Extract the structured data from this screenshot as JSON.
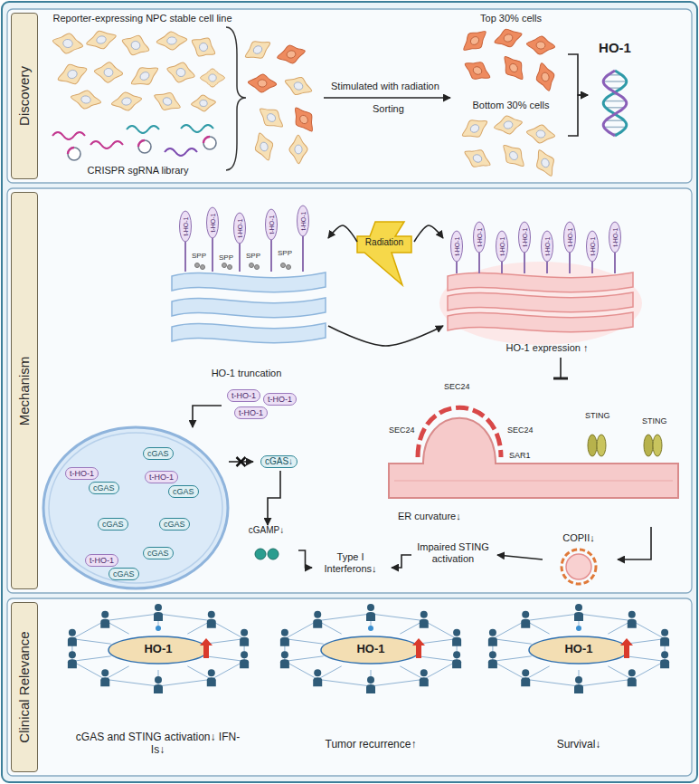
{
  "diagram": {
    "nodes": [
      {
        "text": [
          "Discovery"
        ]
      },
      {
        "text": [
          "Reporter-expressing NPC stable cell line"
        ],
        "in": 0
      },
      {
        "text": [
          "CRISPR sgRNA library"
        ],
        "in": 0
      },
      {
        "text": [
          "Top 30% cells"
        ],
        "in": 0
      },
      {
        "text": [
          "Bottom 30% cells"
        ],
        "in": 0
      },
      {
        "text": [
          "HO-1"
        ],
        "in": 0
      },
      {
        "text": [
          "Mechanism"
        ]
      },
      {
        "text": [
          "Radiation"
        ],
        "in": 6
      },
      {
        "text": [
          "HO-1 truncation"
        ],
        "in": 6
      },
      {
        "text": [
          "HO-1 expression ↑"
        ],
        "in": 6
      },
      {
        "text": [
          "t-HO-1",
          "t-HO-1",
          "t-HO-1"
        ],
        "in": 6
      },
      {
        "text": [
          "t-HO-1",
          "cGAS",
          "cGAS",
          "t-HO-1",
          "cGAS",
          "cGAS",
          "cGAS",
          "cGAS",
          "t-HO-1",
          "cGAS"
        ],
        "in": 6
      },
      {
        "text": [
          "cGAS↓"
        ],
        "in": 6
      },
      {
        "text": [
          "cGAMP↓"
        ],
        "in": 6
      },
      {
        "text": [
          "Type I Interferons↓"
        ],
        "in": 6
      },
      {
        "text": [
          "SEC24",
          "SEC24",
          "SEC24",
          "SAR1",
          "STING",
          "STING",
          "ER curvature↓"
        ],
        "in": 6
      },
      {
        "text": [
          "COPII↓"
        ],
        "in": 6
      },
      {
        "text": [
          "Impaired STING activation"
        ],
        "in": 6
      },
      {
        "text": [
          "Clinical Relevance"
        ]
      },
      {
        "text": [
          "HO-1",
          "cGAS and STING activation↓ IFN-Is↓"
        ],
        "in": 18
      },
      {
        "text": [
          "HO-1",
          "Tumor recurrence↑"
        ],
        "in": 18
      },
      {
        "text": [
          "HO-1",
          "Survival↓"
        ],
        "in": 18
      }
    ],
    "edges": [
      {
        "from": 3,
        "to": 5,
        "arrow": "to"
      },
      {
        "from": 4,
        "to": 5,
        "arrow": "to"
      },
      {
        "from": 7,
        "to": 8,
        "arrow": "to"
      },
      {
        "from": 7,
        "to": 9,
        "arrow": "to"
      },
      {
        "from": 8,
        "to": 9,
        "arrow": "to"
      },
      {
        "from": 10,
        "to": 11,
        "arrow": "to"
      },
      {
        "from": 11,
        "to": 12,
        "arrow": "to"
      },
      {
        "from": 12,
        "to": 13,
        "arrow": "to"
      },
      {
        "from": 13,
        "to": 14,
        "arrow": "to"
      },
      {
        "from": 9,
        "to": 15,
        "arrow": "to"
      },
      {
        "from": 15,
        "to": 16,
        "arrow": "to"
      },
      {
        "from": 16,
        "to": 17,
        "arrow": "to"
      },
      {
        "from": 17,
        "to": 14,
        "arrow": "to"
      }
    ],
    "labels": [
      "Stimulated with radiation",
      "Sorting",
      "SPP",
      "SPP",
      "SPP",
      "SPP",
      "t-HO-1",
      "t-HO-1",
      "t-HO-1",
      "t-HO-1",
      "t-HO-1",
      "t-HO-1",
      "t-HO-1",
      "t-HO-1",
      "t-HO-1",
      "t-HO-1",
      "t-HO-1",
      "t-HO-1",
      "t-HO-1"
    ]
  }
}
